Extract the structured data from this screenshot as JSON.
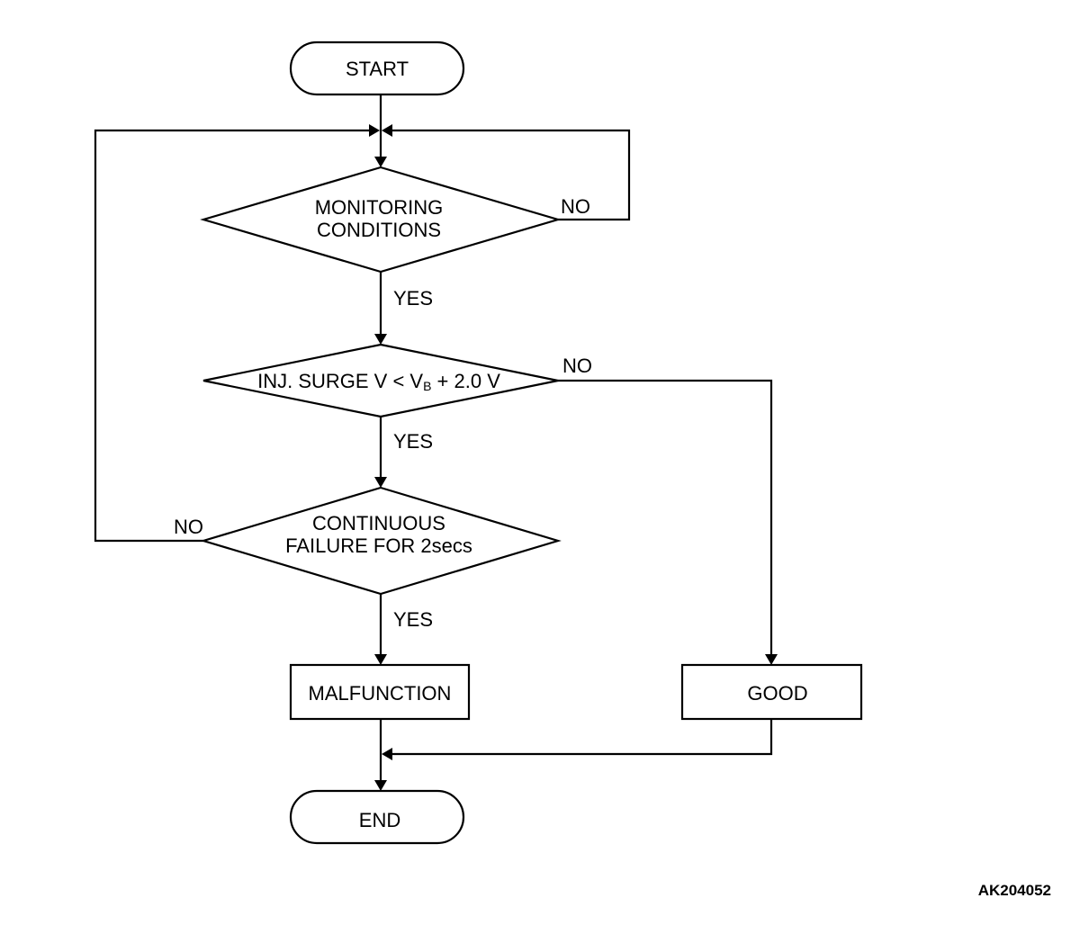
{
  "flowchart": {
    "start": "START",
    "end": "END",
    "decision_monitoring": {
      "line1": "MONITORING",
      "line2": "CONDITIONS",
      "no_label": "NO",
      "yes_label": "YES"
    },
    "decision_surge": {
      "text_before": "INJ. SURGE V < V",
      "subscript": "B",
      "text_after": " + 2.0 V",
      "no_label": "NO",
      "yes_label": "YES"
    },
    "decision_continuous": {
      "line1": "CONTINUOUS",
      "line2": "FAILURE FOR 2secs",
      "no_label": "NO",
      "yes_label": "YES"
    },
    "malfunction": "MALFUNCTION",
    "good": "GOOD"
  },
  "figure_id": "AK204052"
}
